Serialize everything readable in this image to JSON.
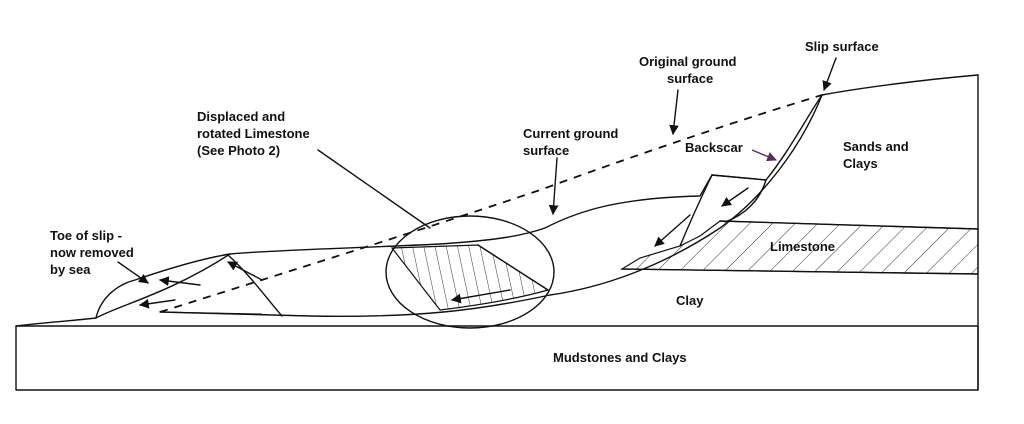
{
  "labels": {
    "slip_surface": "Slip surface",
    "original_ground_1": "Original ground",
    "original_ground_2": "surface",
    "displaced_1": "Displaced and",
    "displaced_2": "rotated Limestone",
    "displaced_3": "(See Photo 2)",
    "current_ground_1": "Current ground",
    "current_ground_2": "surface",
    "backscar": "Backscar",
    "sands_1": "Sands and",
    "sands_2": "Clays",
    "limestone": "Limestone",
    "toe_1": "Toe of slip -",
    "toe_2": "now removed",
    "toe_3": "by sea",
    "clay": "Clay",
    "mudstones": "Mudstones and Clays"
  },
  "colors": {
    "line": "#111111",
    "backscar_arrow": "#5a2a5a"
  }
}
